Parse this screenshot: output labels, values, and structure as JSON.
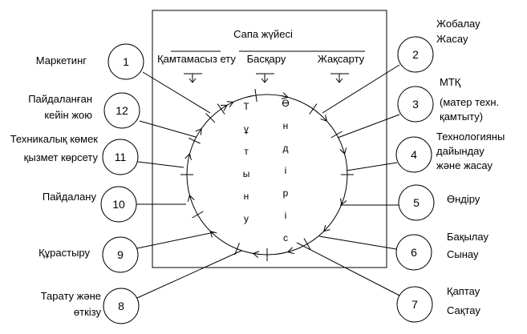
{
  "box_title": "Сапа жүйесі",
  "functions": [
    "Қамтамасыз ету",
    "Басқару",
    "Жақсарту"
  ],
  "vertical_left": [
    "Т",
    "ұ",
    "т",
    "ы",
    "н",
    "у"
  ],
  "vertical_right": [
    "Ө",
    "н",
    "д",
    "і",
    "р",
    "і",
    "с"
  ],
  "stages": [
    {
      "num": "1",
      "lines": [
        "Маркетинг"
      ]
    },
    {
      "num": "2",
      "lines": [
        "Жобалау",
        "Жасау"
      ]
    },
    {
      "num": "3",
      "lines": [
        "МТҚ",
        "(матер техн.",
        "қамтыту)"
      ]
    },
    {
      "num": "4",
      "lines": [
        "Технологияны",
        "дайындау",
        "және жасау"
      ]
    },
    {
      "num": "5",
      "lines": [
        "Өндіру"
      ]
    },
    {
      "num": "6",
      "lines": [
        "Бақылау",
        "Сынау"
      ]
    },
    {
      "num": "7",
      "lines": [
        "Қаптау",
        "Сақтау"
      ]
    },
    {
      "num": "8",
      "lines": [
        "Тарату және",
        "өткізу"
      ]
    },
    {
      "num": "9",
      "lines": [
        "Құрастыру"
      ]
    },
    {
      "num": "10",
      "lines": [
        "Пайдалану"
      ]
    },
    {
      "num": "11",
      "lines": [
        "Техникалық көмек",
        "қызмет көрсету"
      ]
    },
    {
      "num": "12",
      "lines": [
        "Пайдаланған",
        "кейін жою"
      ]
    }
  ]
}
